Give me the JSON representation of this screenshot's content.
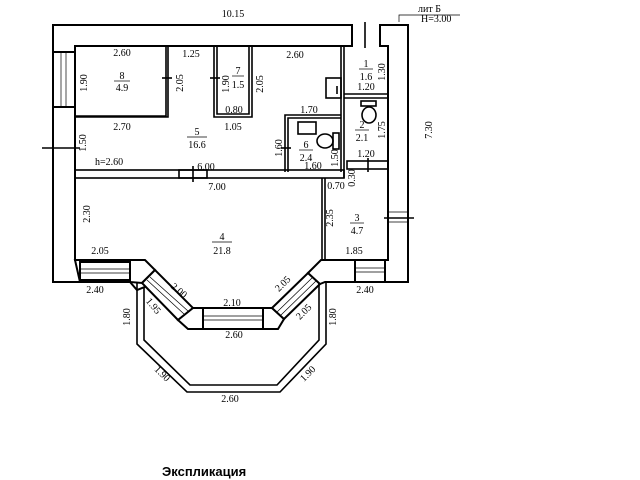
{
  "building": {
    "liter": "лит Б",
    "height": "H=3.00",
    "ceiling": "h=2.60"
  },
  "rooms": [
    {
      "no": "1",
      "area": "1.6"
    },
    {
      "no": "2",
      "area": "2.1"
    },
    {
      "no": "3",
      "area": "4.7"
    },
    {
      "no": "4",
      "area": "21.8"
    },
    {
      "no": "5",
      "area": "16.6"
    },
    {
      "no": "6",
      "area": "2.4"
    },
    {
      "no": "7",
      "area": "1.5"
    },
    {
      "no": "8",
      "area": "4.9"
    }
  ],
  "dims": {
    "overall_width": "10.15",
    "overall_depth": "7.30",
    "r8_top": "2.60",
    "r8_left": "1.90",
    "r8_right": "2.05",
    "r8_bottom": "2.70",
    "corr_top": "1.25",
    "r7_left": "1.90",
    "r7_right": "2.05",
    "r7_bottom": "0.80",
    "r7_below": "1.05",
    "r5_top": "2.60",
    "r5_left": "1.50",
    "r5_bottom_in": "6.00",
    "r4_top": "7.00",
    "r6_top": "1.70",
    "r6_left": "1.60",
    "r6_bottom": "1.60",
    "r6_right": "1.50",
    "r1_right": "1.30",
    "r1_bottom": "1.20",
    "r2_right": "1.75",
    "r2_bottom": "1.20",
    "r3_gap": "0.30",
    "r3_door": "0.70",
    "r3_left": "2.35",
    "r3_bottom": "1.85",
    "r4_left": "2.30",
    "r4_bottom_left": "2.05",
    "bay_left_in": "2.00",
    "bay_left_out": "1.95",
    "bay_mid_in": "2.10",
    "bay_mid_out": "2.60",
    "bay_right_in": "2.05",
    "bay_right_out": "2.05",
    "wall_left": "2.40",
    "wall_right": "2.40",
    "balc_left": "1.80",
    "balc_right": "1.80",
    "balc_diag_left": "1.90",
    "balc_diag_right": "1.90",
    "balc_bottom": "2.60"
  },
  "footer": {
    "title": "Экспликация"
  }
}
